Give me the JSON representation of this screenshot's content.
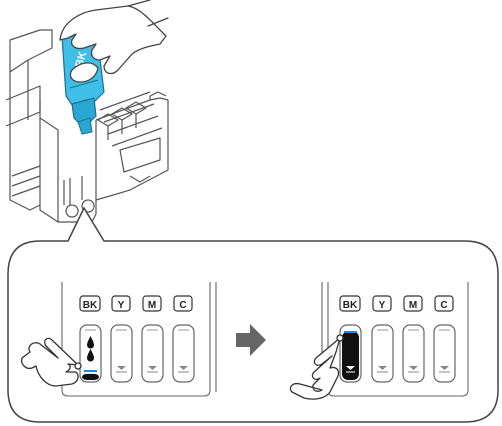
{
  "bottle": {
    "label": "BK",
    "cap_color": "#29b6e0",
    "label_color": "#ffffff"
  },
  "panels": {
    "before": {
      "tank_labels": [
        "BK",
        "Y",
        "M",
        "C"
      ],
      "black_tank_fill": 0.12,
      "ink_drops": 2
    },
    "after": {
      "tank_labels": [
        "BK",
        "Y",
        "M",
        "C"
      ],
      "black_tank_fill": 0.95
    }
  },
  "colors": {
    "line": "#555555",
    "ink_black": "#111111",
    "ink_blue": "#1e88e5",
    "arrow": "#666666",
    "bottle": "#3fbfe8"
  },
  "icons": [
    "hand-holding-bottle",
    "pointing-hand-icon",
    "arrow-right-icon",
    "ink-drop-icon"
  ]
}
